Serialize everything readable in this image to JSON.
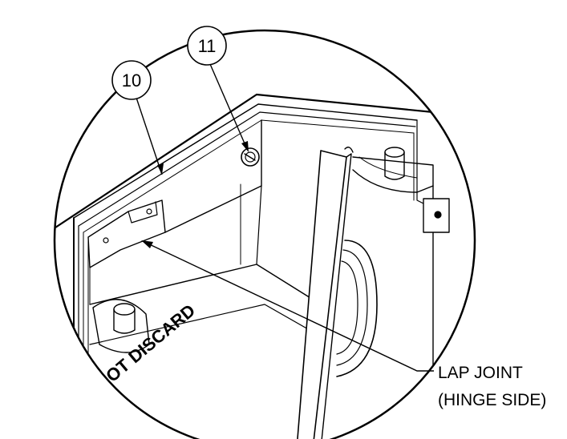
{
  "callouts": [
    {
      "id": "10",
      "text": "10"
    },
    {
      "id": "11",
      "text": "11"
    }
  ],
  "annotation": {
    "line1": "LAP JOINT",
    "line2": "(HINGE SIDE)"
  },
  "embossed_text": "OT DISCARD"
}
